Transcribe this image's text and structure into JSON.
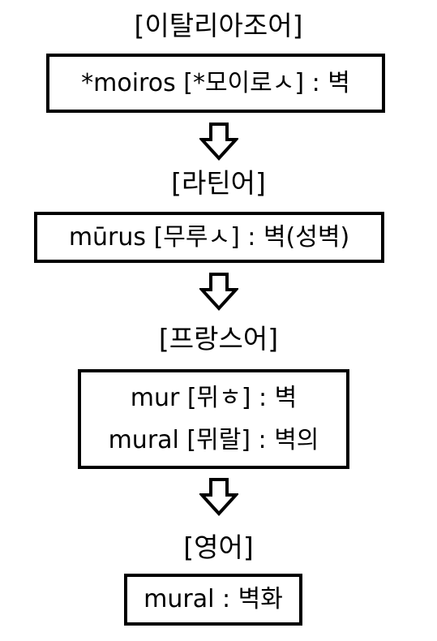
{
  "stages": [
    {
      "label": "[이탈리아조어]",
      "lines": [
        "*moiros [*모이로ㅅ] : 벽"
      ]
    },
    {
      "label": "[라틴어]",
      "lines": [
        "mūrus [무루ㅅ] : 벽(성벽)"
      ]
    },
    {
      "label": "[프랑스어]",
      "lines": [
        "mur [뮈ㅎ] : 벽",
        "mural [뮈랄] : 벽의"
      ]
    },
    {
      "label": "[영어]",
      "lines": [
        "mural : 벽화"
      ]
    }
  ],
  "icons": [
    "arrow-down-icon",
    "arrow-down-icon",
    "arrow-down-icon"
  ]
}
